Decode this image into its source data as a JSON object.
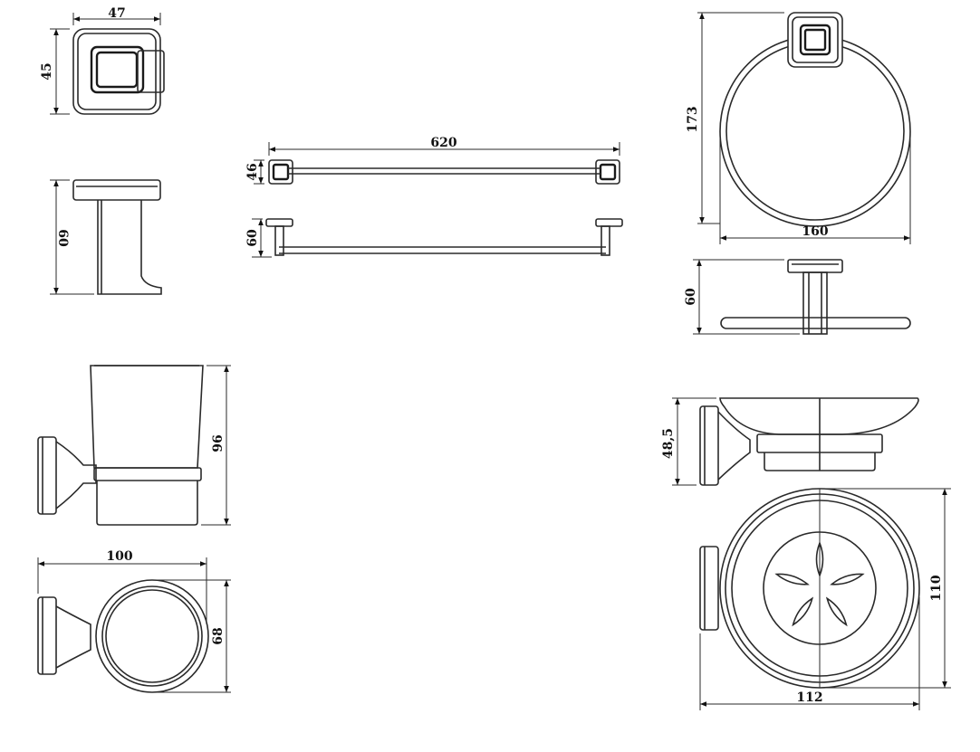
{
  "dimensions": {
    "hook_width": "47",
    "hook_height": "45",
    "hook_depth": "60",
    "bar_length": "620",
    "bar_height": "46",
    "bar_depth": "60",
    "ring_height": "173",
    "ring_width": "160",
    "ring_depth": "60",
    "tumbler_height": "96",
    "tumbler_width": "100",
    "tumbler_depth": "68",
    "soap_height": "48,5",
    "soap_depth": "110",
    "soap_width": "112"
  },
  "colors": {
    "line": "#2a2a2a",
    "background": "#ffffff"
  }
}
